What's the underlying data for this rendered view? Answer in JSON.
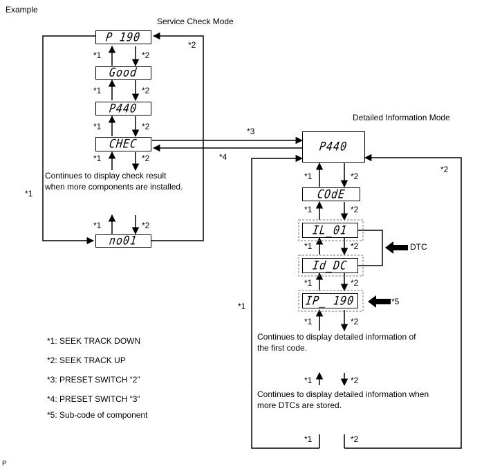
{
  "labels": {
    "example": "Example",
    "service_mode": "Service Check Mode",
    "detail_mode": "Detailed Information Mode",
    "corner": "P",
    "s1": "*1",
    "s2": "*2",
    "s3": "*3",
    "s4": "*4",
    "s5": "*5",
    "dtc": "DTC"
  },
  "service_displays": {
    "p190": "P 190",
    "good": "Good",
    "p440": "P440",
    "chec": "CHEC",
    "no01": "no01"
  },
  "detail_displays": {
    "p440": "P440",
    "code": "COdE",
    "il01": "IL_01",
    "iddc": "Id_DC",
    "ip190": "IP_ 190"
  },
  "notes": {
    "service_line1": "Continues to display check result",
    "service_line2": "when more components are installed.",
    "detail1_line1": "Continues to display detailed information of",
    "detail1_line2": "the first code.",
    "detail2_line1": "Continues to display detailed information when",
    "detail2_line2": "more DTCs are stored."
  },
  "legend": [
    "*1: SEEK TRACK DOWN",
    "*2: SEEK TRACK UP",
    "*3: PRESET SWITCH “2”",
    "*4: PRESET SWITCH “3”",
    "*5: Sub-code of component"
  ]
}
